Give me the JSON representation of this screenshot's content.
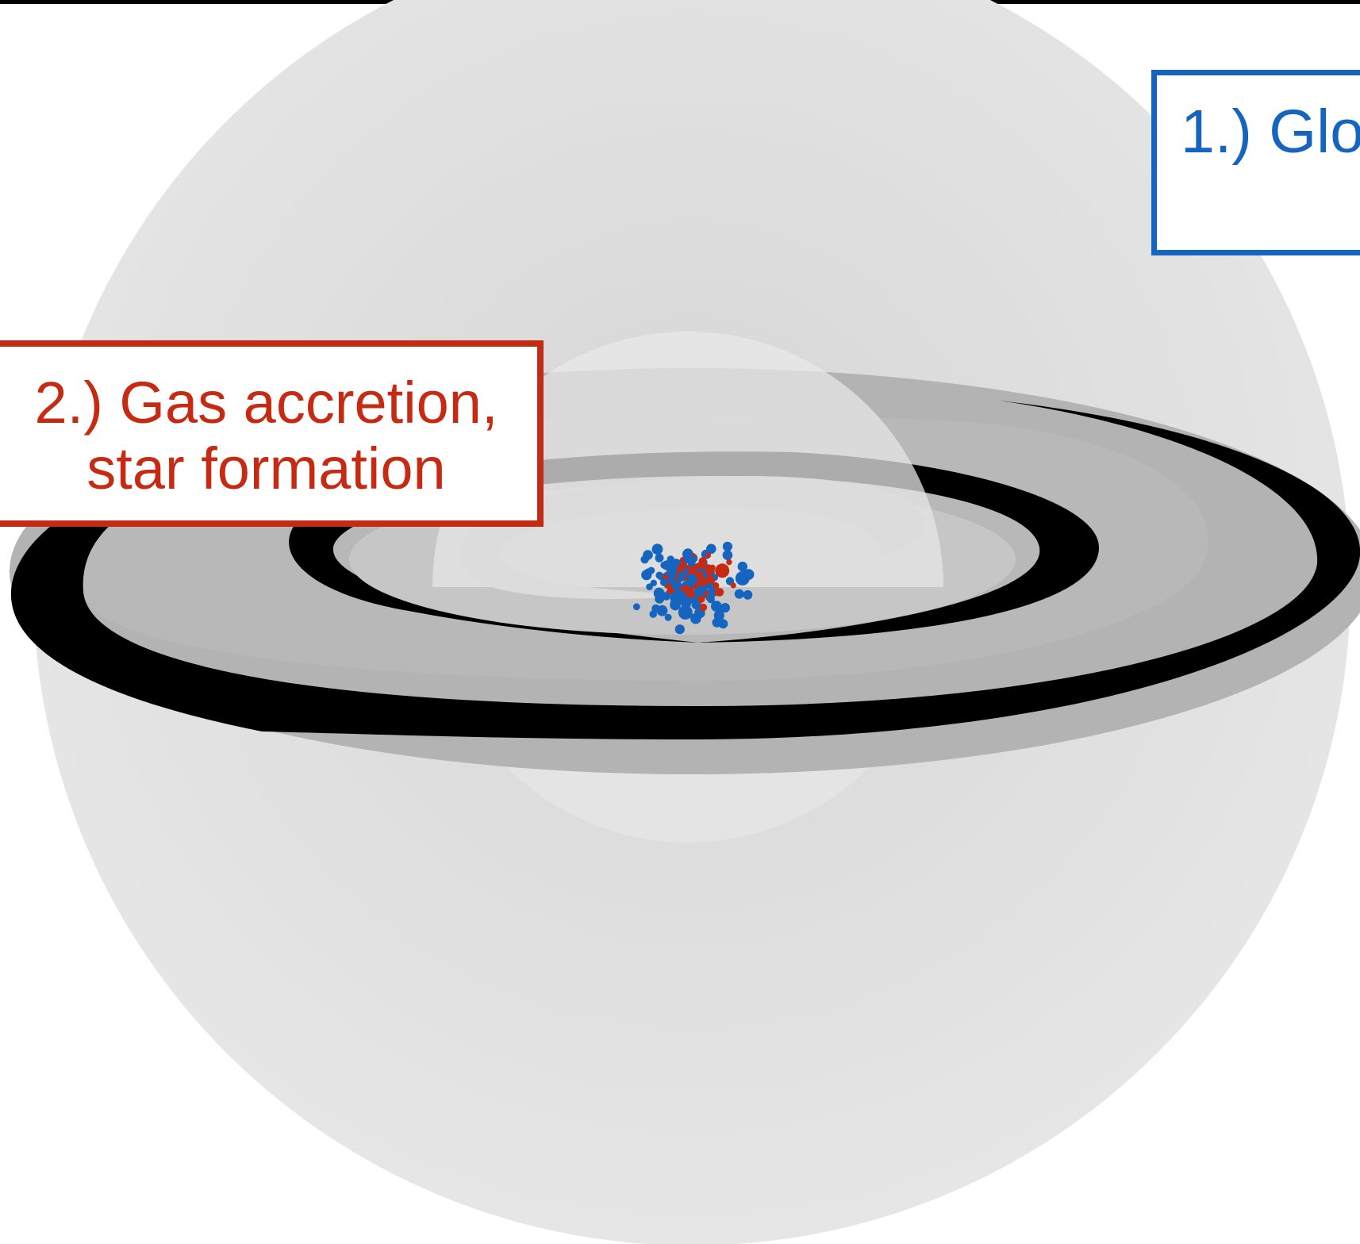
{
  "labels": {
    "box1_text": "1.) Glo",
    "box2_line1": "2.) Gas accretion,",
    "box2_line2": "star formation"
  },
  "colors": {
    "blue": "#1565c0",
    "red": "#c62a12",
    "halo": "#dedede",
    "disk_dark": "#000000",
    "disk_grey": "#b3b3b3"
  },
  "icons": {
    "halo": "outer-halo-sphere",
    "inner": "inner-halo-sphere",
    "disk": "spiral-disk",
    "clusters": "star-cluster-dots"
  }
}
